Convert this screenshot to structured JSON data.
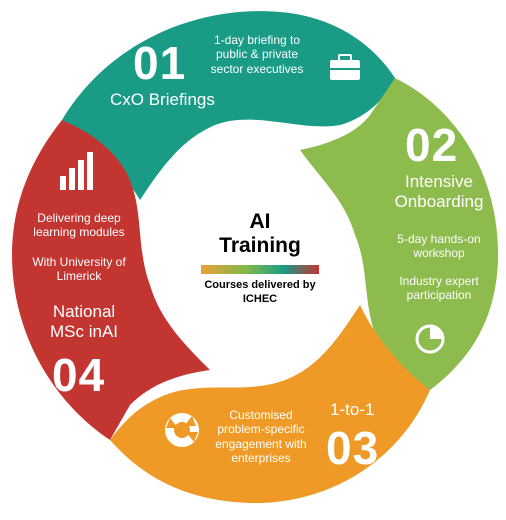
{
  "colors": {
    "seg1": "#1a9b86",
    "seg2": "#8dbb4e",
    "seg3": "#ef9a26",
    "seg4": "#c23530",
    "gradient": [
      "#e8a33a",
      "#7cb84a",
      "#1a9b86",
      "#c23530"
    ]
  },
  "center": {
    "title_line1": "AI",
    "title_line2": "Training",
    "subtitle_line1": "Courses delivered by",
    "subtitle_line2": "ICHEC"
  },
  "segments": [
    {
      "number": "01",
      "title": "CxO Briefings",
      "desc_lines": [
        "1-day briefing to",
        "public & private",
        "sector executives"
      ],
      "icon": "briefcase-icon"
    },
    {
      "number": "02",
      "title_lines": [
        "Intensive",
        "Onboarding"
      ],
      "desc_blocks": [
        [
          "5-day hands-on",
          "workshop"
        ],
        [
          "Industry expert",
          "participation"
        ]
      ],
      "icon": "pie-chart-icon"
    },
    {
      "number": "03",
      "title": "1-to-1",
      "desc_lines": [
        "Customised",
        "problem-specific",
        "engagement with",
        "enterprises"
      ],
      "icon": "cycle-icon"
    },
    {
      "number": "04",
      "title_lines": [
        "National",
        "MSc inAI"
      ],
      "desc_blocks": [
        [
          "Delivering deep",
          "learning modules"
        ],
        [
          "With University of",
          "Limerick"
        ]
      ],
      "icon": "bar-chart-icon"
    }
  ]
}
